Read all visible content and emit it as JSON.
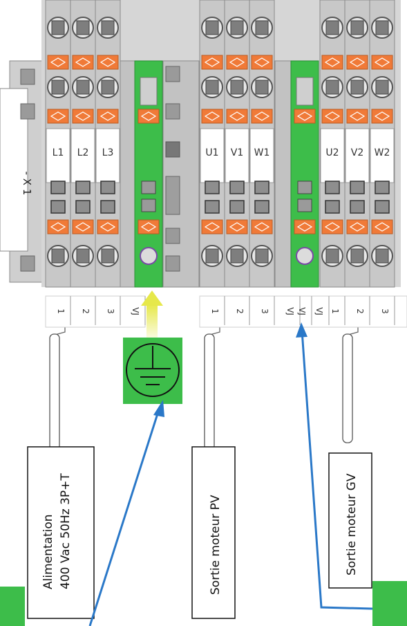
{
  "rail": {
    "label": "- X 1"
  },
  "groups": [
    {
      "id": "supply",
      "type": "phase",
      "terminals": [
        "L1",
        "L2",
        "L3"
      ],
      "numbers": [
        "1",
        "2",
        "3"
      ]
    },
    {
      "id": "pe1",
      "type": "earth",
      "terminals": [
        ""
      ],
      "numbers": [
        "VJ"
      ]
    },
    {
      "id": "pv",
      "type": "phase",
      "terminals": [
        "U1",
        "V1",
        "W1"
      ],
      "numbers": [
        "1",
        "2",
        "3"
      ]
    },
    {
      "id": "pe2",
      "type": "earth",
      "terminals": [
        ""
      ],
      "numbers": [
        "VJ",
        "VJ"
      ]
    },
    {
      "id": "gv",
      "type": "phase",
      "terminals": [
        "U2",
        "V2",
        "W2"
      ],
      "numbers": [
        "1",
        "2",
        "3"
      ]
    }
  ],
  "labels": {
    "supply_line1": "Alimentation",
    "supply_line2": "400 Vac 50Hz 3P+T",
    "pv": "Sortie moteur PV",
    "gv": "Sortie moteur GV"
  },
  "earth_symbol": {
    "icon": "earth-ground-icon"
  },
  "colors": {
    "terminal_grey": "#c8c8c8",
    "terminal_dark": "#9e9e9e",
    "screw_orange": "#f07a38",
    "earth_green": "#3dbd4a",
    "arrow_blue": "#2a78c8",
    "arrow_yellow": "#e6e84a"
  }
}
